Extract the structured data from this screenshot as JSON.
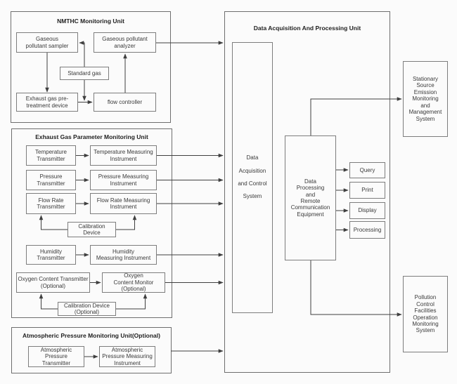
{
  "palette": {
    "background": "#fbfbfb",
    "box_border": "#7d7d7d",
    "unit_border": "#6e6e6e",
    "line": "#3f3f3f",
    "text": "#3a3a3a",
    "title_text": "#222222"
  },
  "units": {
    "nmthc": {
      "title": "NMTHC Monitoring Unit",
      "sampler": "Gaseous\npollutant sampler",
      "analyzer": "Gaseous pollutant\nanalyzer",
      "standard_gas": "Standard gas",
      "pretreatment": "Exhaust gas pre-\ntreatment device",
      "flow_controller": "flow controller"
    },
    "exhaust": {
      "title": "Exhaust Gas Parameter Monitoring Unit",
      "temp_transmitter": "Temperature\nTransmitter",
      "temp_instrument": "Temperature Measuring\nInstrument",
      "pressure_transmitter": "Pressure\nTransmitter",
      "pressure_instrument": "Pressure Measuring\nInstrument",
      "flow_transmitter": "Flow Rate\nTransmitter",
      "flow_instrument": "Flow Rate Measuring\nInstrument",
      "calibration": "Calibration\nDevice",
      "humidity_transmitter": "Humidity\nTransmitter",
      "humidity_instrument": "Humidity\nMeasuring Instrument",
      "oxygen_transmitter": "Oxygen Content Transmitter\n(Optional)",
      "oxygen_monitor": "Oxygen\nContent Monitor\n(Optional)",
      "calibration_optional": "Calibration Device\n(Optional)"
    },
    "atmospheric": {
      "title": "Atmospheric Pressure Monitoring Unit(Optional)",
      "transmitter": "Atmospheric\nPressure\nTransmitter",
      "instrument": "Atmospheric\nPressure Measuring\nInstrument"
    },
    "processing": {
      "title": "Data Acquisition And Processing Unit",
      "acquisition_system": "Data\nAcquisition\nand Control\nSystem",
      "processing_equipment": "Data\nProcessing\nand\nRemote\nCommunication\nEquipment",
      "outputs": [
        "Query",
        "Print",
        "Display",
        "Processing"
      ]
    },
    "external": {
      "stationary_system": "Stationary\nSource\nEmission\nMonitoring\nand\nManagement\nSystem",
      "pollution_system": "Pollution\nControl\nFacilities\nOperation\nMonitoring\nSystem"
    }
  }
}
